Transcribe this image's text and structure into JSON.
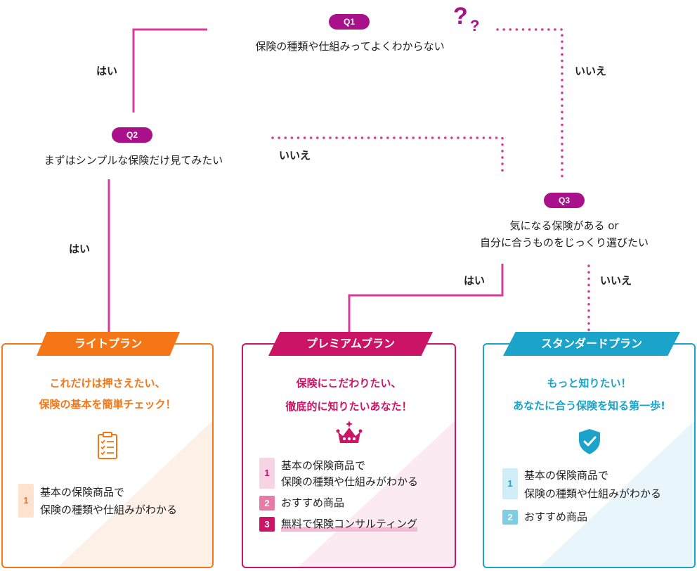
{
  "questions": {
    "q1": {
      "badge": "Q1",
      "text": "保険の種類や仕組みってよくわからない"
    },
    "q2": {
      "badge": "Q2",
      "text": "まずはシンプルな保険だけ見てみたい"
    },
    "q3": {
      "badge": "Q3",
      "line1": "気になる保険がある or",
      "line2": "自分に合うものをじっくり選びたい"
    }
  },
  "answers": {
    "q1_yes": "はい",
    "q1_no": "いいえ",
    "q2_yes": "はい",
    "q2_no": "いいえ",
    "q3_yes": "はい",
    "q3_no": "いいえ"
  },
  "decor": {
    "qmark_big": "?",
    "qmark_small": "?"
  },
  "plans": {
    "light": {
      "title": "ライトプラン",
      "color": "#f47616",
      "tint": "#fdf0e6",
      "tagline1": "これだけは押さえたい、",
      "tagline2": "保険の基本を簡単チェック！",
      "icon": "checklist-icon",
      "items": [
        {
          "num": "1",
          "line1": "基本の保険商品で",
          "line2": "保険の種類や仕組みがわかる"
        }
      ]
    },
    "premium": {
      "title": "プレミアムプラン",
      "color": "#cc1466",
      "tint": "#fbeaf2",
      "tagline1": "保険にこだわりたい、",
      "tagline2": "徹底的に知りたいあなた！",
      "icon": "crown-icon",
      "items": [
        {
          "num": "1",
          "line1": "基本の保険商品で",
          "line2": "保険の種類や仕組みがわかる"
        },
        {
          "num": "2",
          "line1": "おすすめ商品"
        },
        {
          "num": "3",
          "line1": "無料で保険コンサルティング"
        }
      ]
    },
    "standard": {
      "title": "スタンダードプラン",
      "color": "#1ba3c9",
      "tint": "#e8f5fa",
      "tagline1": "もっと知りたい！",
      "tagline2": "あなたに合う保険を知る第一歩!",
      "icon": "shield-check-icon",
      "items": [
        {
          "num": "1",
          "line1": "基本の保険商品で",
          "line2": "保険の種類や仕組みがわかる"
        },
        {
          "num": "2",
          "line1": "おすすめ商品"
        }
      ]
    }
  }
}
